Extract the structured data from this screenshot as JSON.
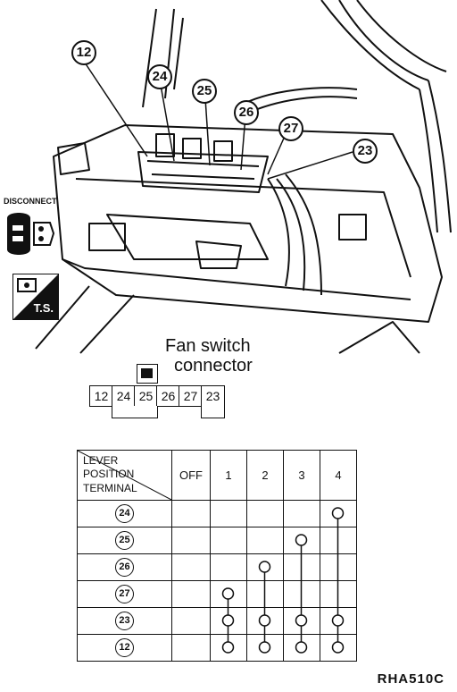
{
  "callouts": {
    "c12": "12",
    "c24": "24",
    "c25": "25",
    "c26": "26",
    "c27": "27",
    "c23": "23"
  },
  "badges": {
    "disconnect": "DISCONNECT",
    "ts": "T.S."
  },
  "connector": {
    "title_line1": "Fan switch",
    "title_line2": "connector",
    "cells": [
      "12",
      "24",
      "25",
      "26",
      "27",
      "23"
    ]
  },
  "chart": {
    "header_lines": [
      "LEVER",
      "POSITION",
      "TERMINAL"
    ],
    "positions": [
      "OFF",
      "1",
      "2",
      "3",
      "4"
    ],
    "terminals": [
      "24",
      "25",
      "26",
      "27",
      "23",
      "12"
    ],
    "continuity": {
      "1": [
        "27",
        "23",
        "12"
      ],
      "2": [
        "26",
        "23",
        "12"
      ],
      "3": [
        "25",
        "23",
        "12"
      ],
      "4": [
        "24",
        "23",
        "12"
      ]
    }
  },
  "ref_code": "RHA510C"
}
